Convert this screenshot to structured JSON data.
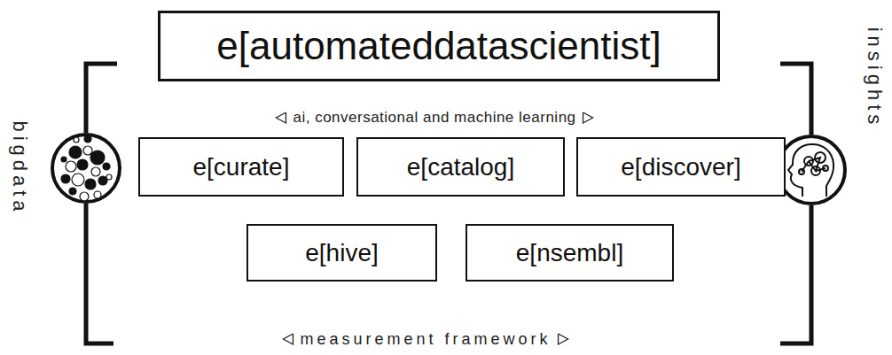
{
  "diagram": {
    "nodes": [
      {
        "text": [
          "e[automateddatascientist]"
        ]
      },
      {
        "text": [
          "e[curate]"
        ]
      },
      {
        "text": [
          "e[catalog]"
        ]
      },
      {
        "text": [
          "e[discover]"
        ]
      },
      {
        "text": [
          "e[hive]"
        ]
      },
      {
        "text": [
          "e[nsembl]"
        ]
      }
    ],
    "labels": [
      "ai, conversational and machine learning",
      "measurement framework",
      "bigdata",
      "insights"
    ]
  }
}
